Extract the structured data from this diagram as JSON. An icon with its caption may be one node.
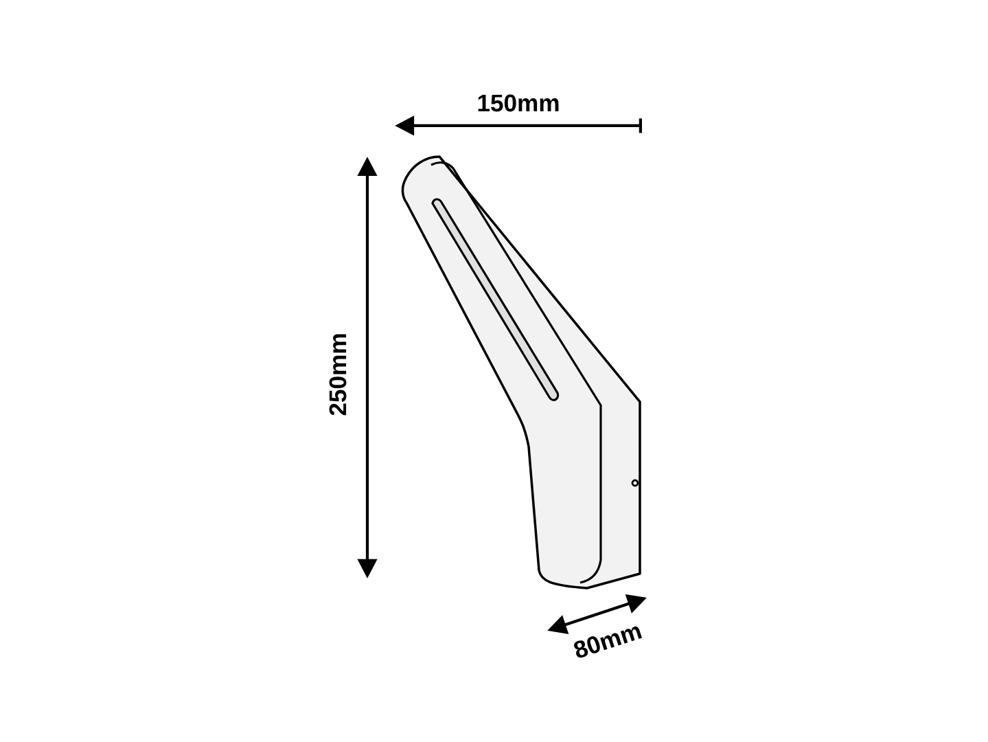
{
  "diagram": {
    "labels": [
      "150mm",
      "250mm",
      "80mm"
    ]
  }
}
